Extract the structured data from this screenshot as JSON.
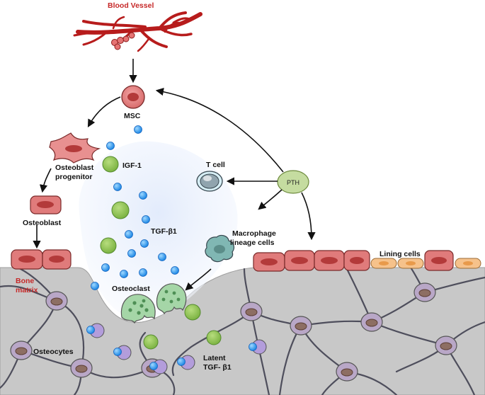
{
  "labels": {
    "blood_vessel": "Blood Vessel",
    "msc": "MSC",
    "osteoblast_progenitor_1": "Osteoblast",
    "osteoblast_progenitor_2": "progenitor",
    "osteoblast": "Osteoblast",
    "igf1": "IGF-1",
    "tgfb1": "TGF-β1",
    "t_cell": "T cell",
    "pth": "PTH",
    "macrophage_1": "Macrophage",
    "macrophage_2": "lineage cells",
    "lining_cells": "Lining cells",
    "bone_matrix_1": "Bone",
    "bone_matrix_2": "matrix",
    "osteoclast": "Osteoclast",
    "osteocytes": "Osteocytes",
    "latent_1": "Latent",
    "latent_2": "TGF- β1"
  },
  "colors": {
    "blood_vessel": "#b71c1c",
    "cell_fill": "#e07b7b",
    "cell_nucleus": "#b33a3a",
    "igf1_ball": "#8bc34a",
    "tgf_dot": "#42a5f5",
    "matrix_gray": "#c8c8c8",
    "osteocyte_fill": "#b9a7c7",
    "osteoclast_fill": "#a5d6a7",
    "lining_fill": "#f6c28b",
    "red_label": "#c62828"
  }
}
